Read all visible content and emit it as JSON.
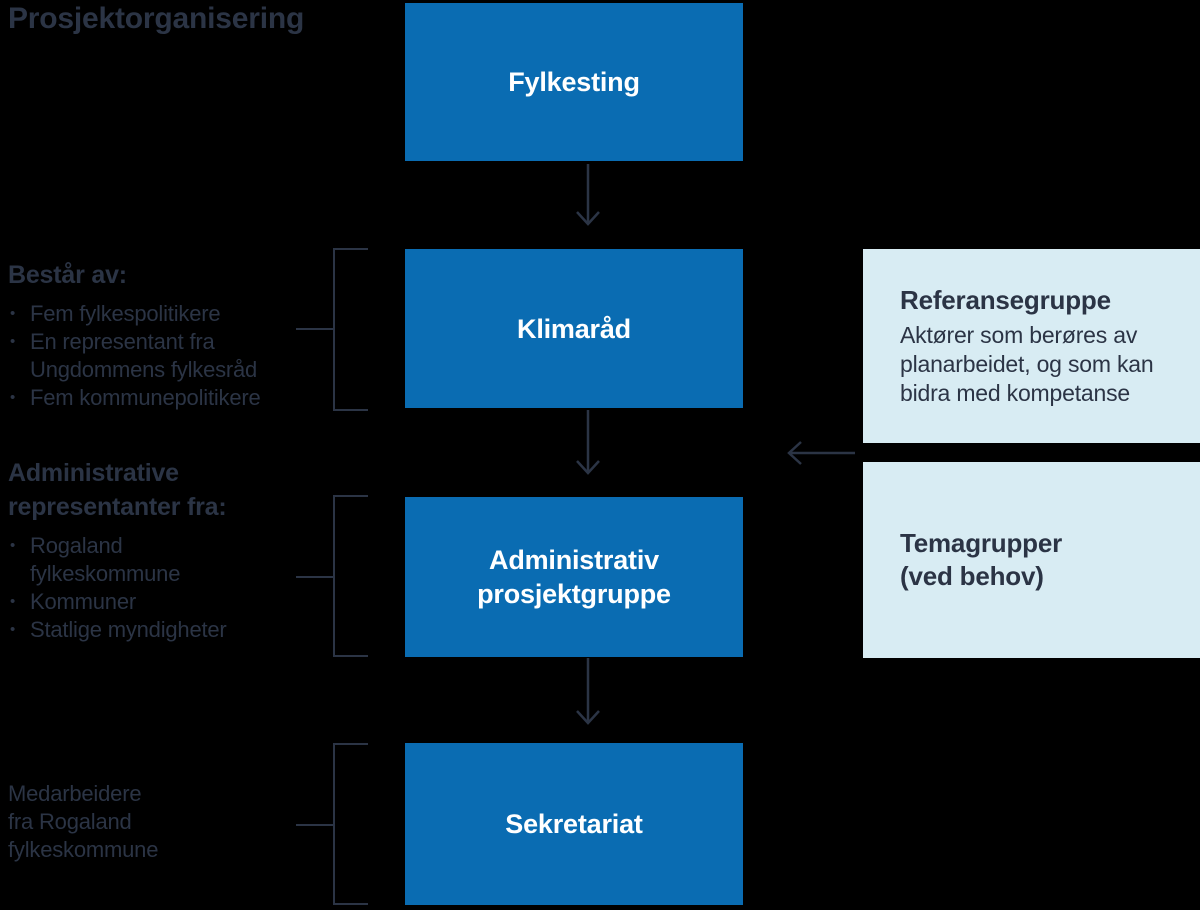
{
  "title": "Prosjektorganisering",
  "colors": {
    "bg": "#000000",
    "box-blue": "#0a6cb2",
    "box-light": "#d8ecf3",
    "ink": "#2b3445",
    "text-on-blue": "#ffffff"
  },
  "flow": {
    "fylkesting": "Fylkesting",
    "klimarad": "Klimaråd",
    "admingruppe": "Administrativ\nprosjektgruppe",
    "sekretariat": "Sekretariat"
  },
  "side_boxes": {
    "referansegruppe": {
      "title": "Referansegruppe",
      "body": "Aktører som berøres av\nplanarbeidet, og som kan\nbidra med kompetanse"
    },
    "temagrupper": {
      "title": "Temagrupper\n(ved behov)"
    }
  },
  "left_notes": {
    "bestaar": {
      "heading": "Består av:",
      "items": [
        "Fem fylkespolitikere",
        "En representant fra\nUngdommens fylkesråd",
        "Fem kommunepolitikere"
      ]
    },
    "admin": {
      "heading": "Administrative\nrepresentanter fra:",
      "items": [
        "Rogaland\nfylkeskommune",
        "Kommuner",
        "Statlige myndigheter"
      ]
    },
    "sekretariat": {
      "note": "Medarbeidere\nfra Rogaland\nfylkeskommune"
    }
  }
}
